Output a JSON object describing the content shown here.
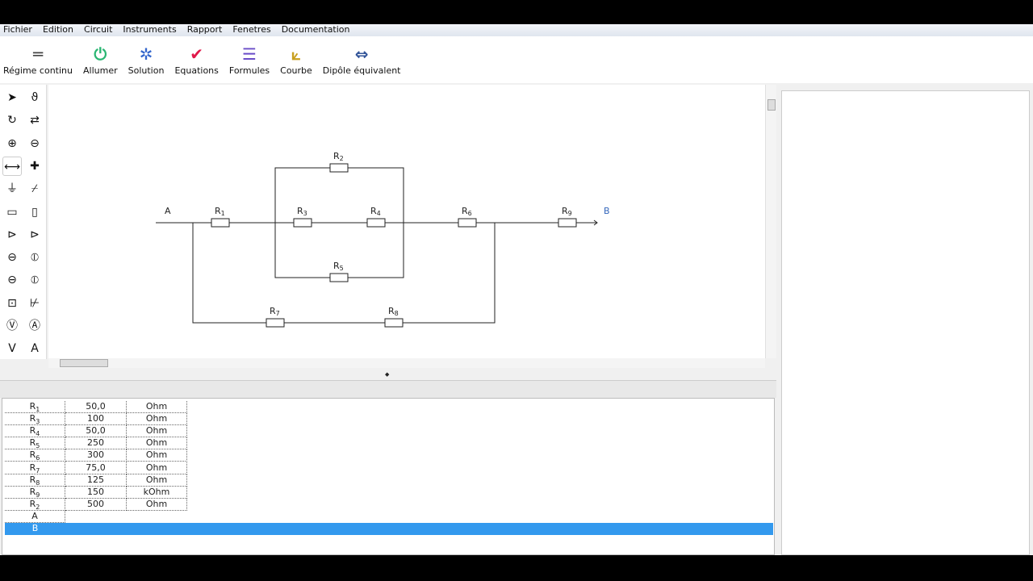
{
  "menu": [
    "Fichier",
    "Edition",
    "Circuit",
    "Instruments",
    "Rapport",
    "Fenetres",
    "Documentation"
  ],
  "toolbar": [
    {
      "label": "Régime continu",
      "icon": "dc-mode-icon",
      "glyph": "═",
      "color": "#444"
    },
    {
      "label": "Allumer",
      "icon": "power-icon",
      "glyph": "⏻",
      "color": "#2bb673"
    },
    {
      "label": "Solution",
      "icon": "solution-icon",
      "glyph": "✲",
      "color": "#3366cc"
    },
    {
      "label": "Equations",
      "icon": "checkmark-icon",
      "glyph": "✔",
      "color": "#e0194a"
    },
    {
      "label": "Formules",
      "icon": "formulas-icon",
      "glyph": "☰",
      "color": "#6a4cc8"
    },
    {
      "label": "Courbe",
      "icon": "curve-icon",
      "glyph": "⟀",
      "color": "#c8a020"
    },
    {
      "label": "Dipôle équivalent",
      "icon": "dipole-icon",
      "glyph": "⇔",
      "color": "#335599"
    }
  ],
  "tools": [
    {
      "icon": "select-arrow-icon",
      "glyph": "➤"
    },
    {
      "icon": "wire-bend-icon",
      "glyph": "ϑ"
    },
    {
      "icon": "rotate-icon",
      "glyph": "↻"
    },
    {
      "icon": "flip-icon",
      "glyph": "⇄"
    },
    {
      "icon": "zoom-in-icon",
      "glyph": "⊕"
    },
    {
      "icon": "zoom-out-icon",
      "glyph": "⊖"
    },
    {
      "icon": "wire-icon",
      "glyph": "⟷"
    },
    {
      "icon": "node-icon",
      "glyph": "✚"
    },
    {
      "icon": "ground-icon",
      "glyph": "⏚"
    },
    {
      "icon": "switch-icon",
      "glyph": "⌿"
    },
    {
      "icon": "resistor-h-icon",
      "glyph": "▭"
    },
    {
      "icon": "resistor-v-icon",
      "glyph": "▯"
    },
    {
      "icon": "diode-icon",
      "glyph": "⊳"
    },
    {
      "icon": "led-icon",
      "glyph": "⊳"
    },
    {
      "icon": "voltage-source-icon",
      "glyph": "⊖"
    },
    {
      "icon": "voltage-source-v-icon",
      "glyph": "⦶"
    },
    {
      "icon": "current-source-icon",
      "glyph": "⊖"
    },
    {
      "icon": "current-source-v-icon",
      "glyph": "⦶"
    },
    {
      "icon": "block-icon",
      "glyph": "⊡"
    },
    {
      "icon": "transistor-icon",
      "glyph": "⊬"
    },
    {
      "icon": "voltmeter-icon",
      "glyph": "Ⓥ"
    },
    {
      "icon": "ammeter-icon",
      "glyph": "Ⓐ"
    },
    {
      "icon": "voltage-probe-icon",
      "glyph": "V"
    },
    {
      "icon": "current-probe-icon",
      "glyph": "A"
    }
  ],
  "circuit": {
    "node_a": "A",
    "node_b": "B",
    "labels": {
      "R1": [
        "R",
        "1"
      ],
      "R2": [
        "R",
        "2"
      ],
      "R3": [
        "R",
        "3"
      ],
      "R4": [
        "R",
        "4"
      ],
      "R5": [
        "R",
        "5"
      ],
      "R6": [
        "R",
        "6"
      ],
      "R7": [
        "R",
        "7"
      ],
      "R8": [
        "R",
        "8"
      ],
      "R9": [
        "R",
        "9"
      ]
    }
  },
  "table": [
    {
      "name": "R",
      "sub": "1",
      "value": "50,0",
      "unit": "Ohm"
    },
    {
      "name": "R",
      "sub": "3",
      "value": "100",
      "unit": "Ohm"
    },
    {
      "name": "R",
      "sub": "4",
      "value": "50,0",
      "unit": "Ohm"
    },
    {
      "name": "R",
      "sub": "5",
      "value": "250",
      "unit": "Ohm"
    },
    {
      "name": "R",
      "sub": "6",
      "value": "300",
      "unit": "Ohm"
    },
    {
      "name": "R",
      "sub": "7",
      "value": "75,0",
      "unit": "Ohm"
    },
    {
      "name": "R",
      "sub": "8",
      "value": "125",
      "unit": "Ohm"
    },
    {
      "name": "R",
      "sub": "9",
      "value": "150",
      "unit": "kOhm"
    },
    {
      "name": "R",
      "sub": "2",
      "value": "500",
      "unit": "Ohm"
    },
    {
      "name": "A",
      "sub": "",
      "value": "",
      "unit": ""
    },
    {
      "name": "B",
      "sub": "",
      "value": "",
      "unit": "",
      "selected": true
    }
  ]
}
